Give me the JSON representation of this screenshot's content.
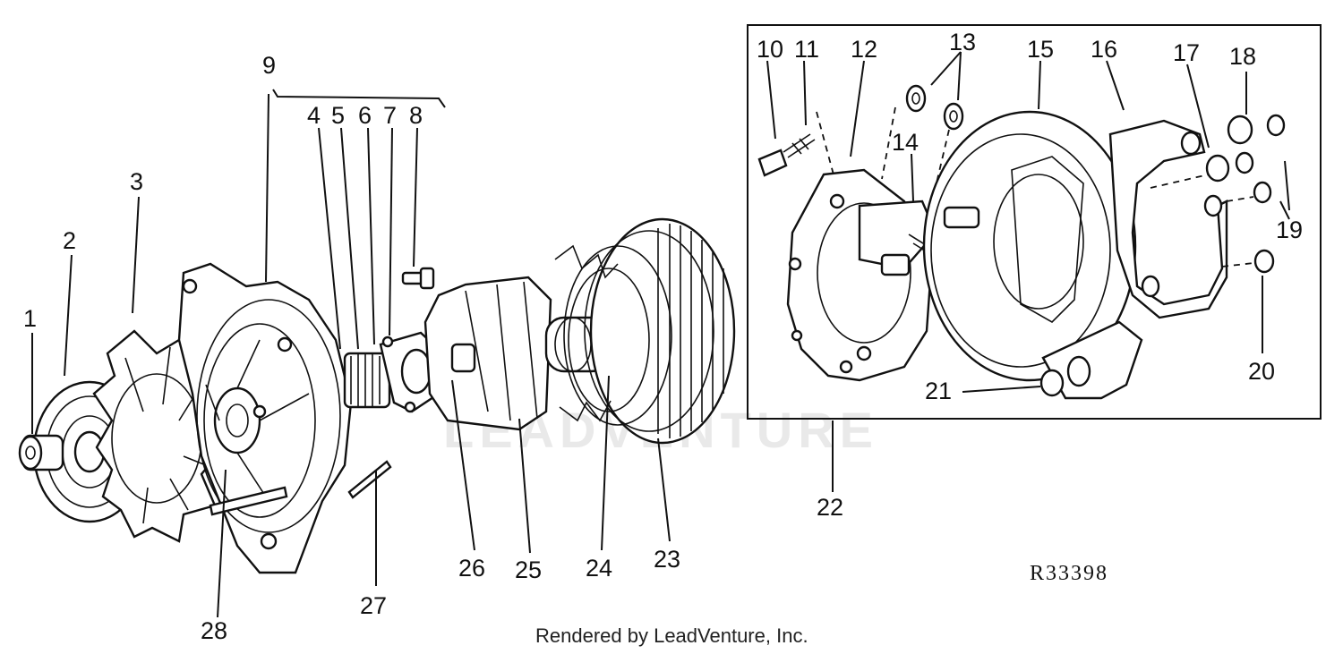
{
  "watermark": "LEADVENTURE",
  "reference_code": "R33398",
  "credit": "Rendered by LeadVenture, Inc.",
  "callouts": [
    "1",
    "2",
    "3",
    "4",
    "5",
    "6",
    "7",
    "8",
    "9",
    "10",
    "11",
    "12",
    "13",
    "14",
    "15",
    "16",
    "17",
    "18",
    "19",
    "20",
    "21",
    "22",
    "23",
    "24",
    "25",
    "26",
    "27",
    "28"
  ]
}
